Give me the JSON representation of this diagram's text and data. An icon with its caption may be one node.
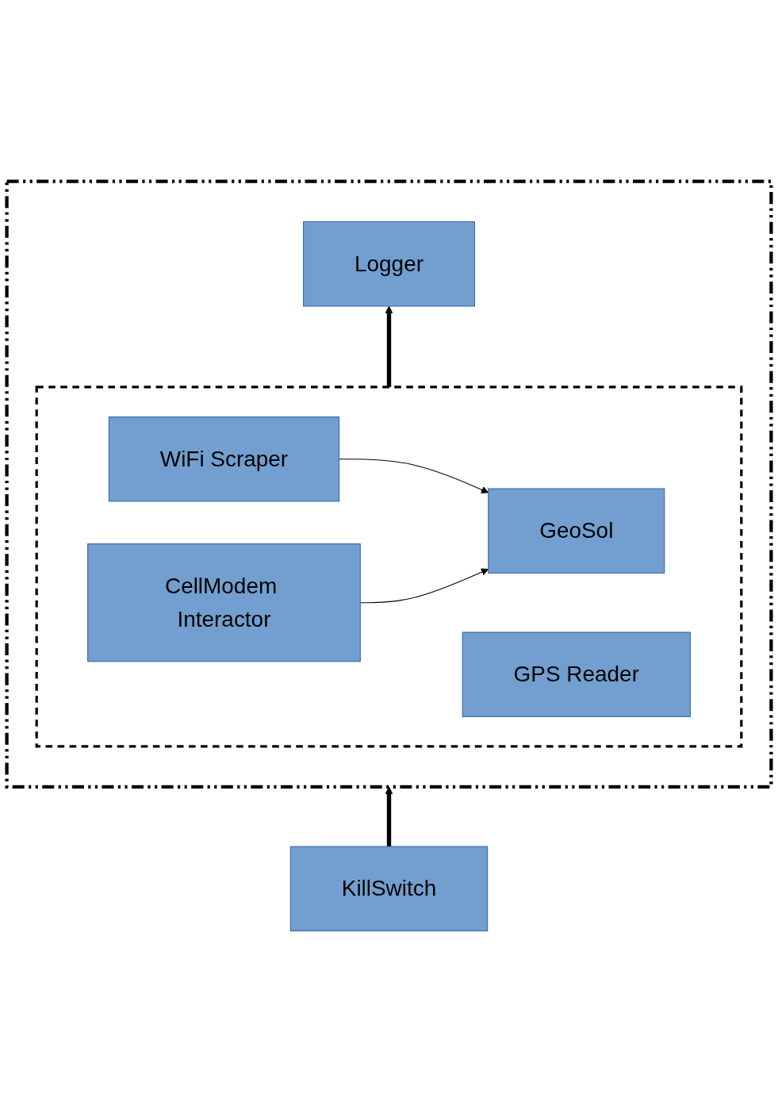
{
  "diagram": {
    "nodes": [
      {
        "text": [],
        "shape": "box"
      },
      {
        "text": [
          "Logger"
        ],
        "in": 0
      },
      {
        "text": [],
        "shape": "box",
        "in": 0
      },
      {
        "text": [
          "WiFi Scraper"
        ],
        "in": 2
      },
      {
        "text": [
          "CellModem Interactor"
        ],
        "in": 2
      },
      {
        "text": [
          "GeoSol"
        ],
        "in": 2
      },
      {
        "text": [
          "GPS Reader"
        ],
        "in": 2
      },
      {
        "text": [
          "KillSwitch"
        ]
      }
    ],
    "edges": [
      {
        "from": 2,
        "to": 1,
        "arrow": "to",
        "style": "thick"
      },
      {
        "from": 3,
        "to": 5,
        "arrow": "to"
      },
      {
        "from": 4,
        "to": 5,
        "arrow": "to"
      },
      {
        "from": 7,
        "to": 0,
        "arrow": "to",
        "style": "thick"
      }
    ]
  }
}
